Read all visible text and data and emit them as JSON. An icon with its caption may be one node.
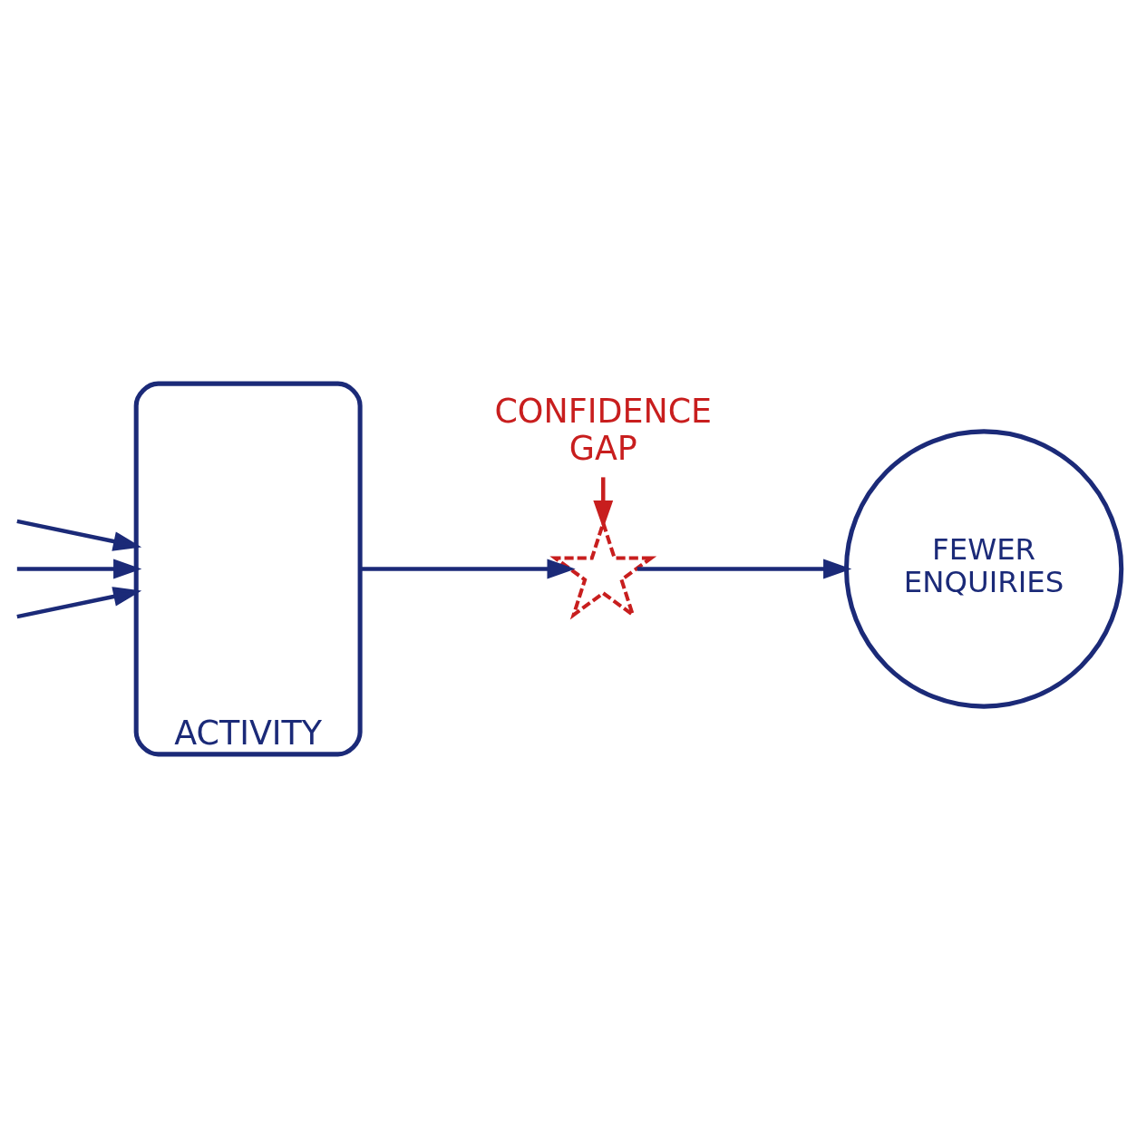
{
  "diagram": {
    "nodes": [
      {
        "text": [
          "ACTIVITY"
        ]
      },
      {
        "text": [],
        "shape": "cross"
      },
      {
        "text": [
          "CONFIDENCE GAP"
        ]
      },
      {
        "text": [
          "FEWER ENQUIRIES"
        ]
      }
    ],
    "edges": [
      {
        "from": null,
        "to": 0,
        "arrow": "to"
      },
      {
        "from": null,
        "to": 0,
        "arrow": "to"
      },
      {
        "from": null,
        "to": 0,
        "arrow": "to"
      },
      {
        "from": 0,
        "to": 1,
        "arrow": "to"
      },
      {
        "from": 1,
        "to": 3,
        "arrow": "to"
      },
      {
        "from": 2,
        "to": 1,
        "arrow": "to",
        "color": "#c81e1e"
      }
    ]
  }
}
